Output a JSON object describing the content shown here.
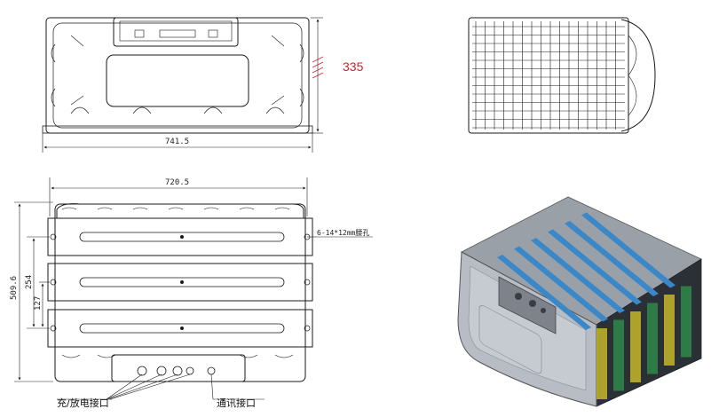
{
  "dimensions": {
    "top_view_width": "741.5",
    "top_view_height_red": "335",
    "front_view_width": "720.5",
    "front_view_height": "509.6",
    "mid_spacing": "254",
    "bottom_spacing": "127",
    "mount_hole_note": "6-14*12mm腰孔"
  },
  "labels": {
    "charge_port": "充/放电接口",
    "comm_port": "通讯接口"
  },
  "colors": {
    "line": "#1a1a1a",
    "dimension_red": "#c8262e",
    "pack_body": "#b8bcc4",
    "cell_blue": "#3b88c8",
    "cell_yellow": "#c6b62a",
    "cell_green": "#2e8a4a"
  }
}
